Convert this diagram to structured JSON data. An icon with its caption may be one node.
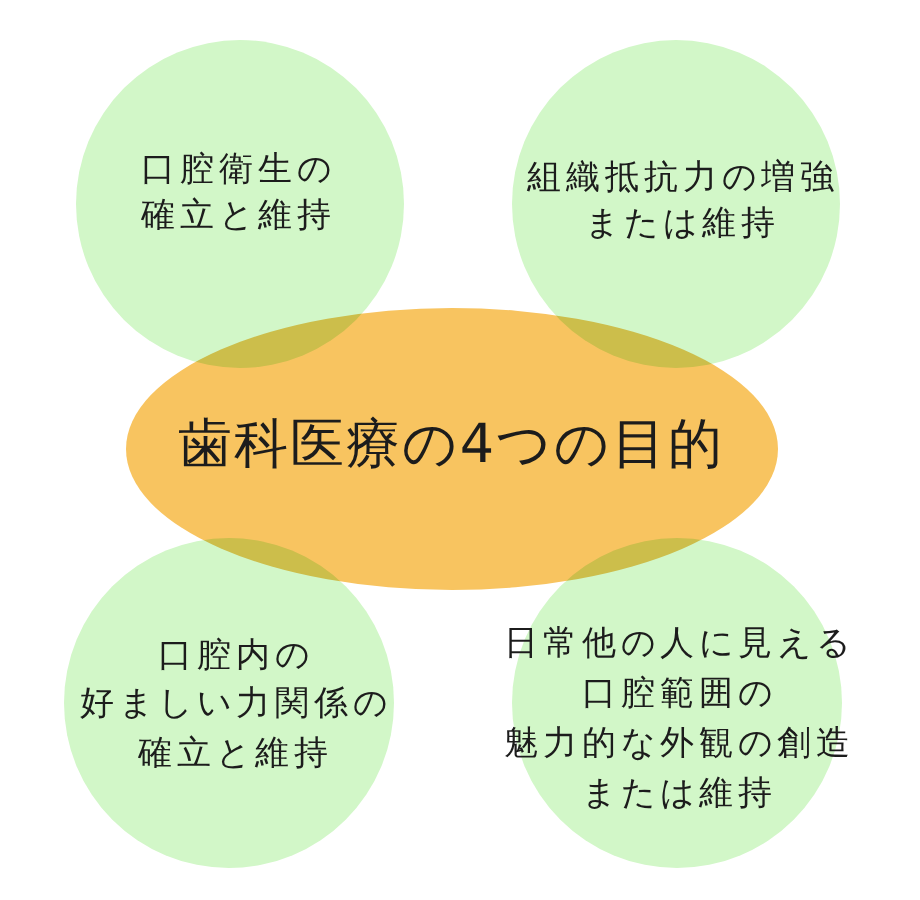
{
  "diagram": {
    "nodes": [
      {
        "text": [
          "口腔衛生の確立と維持"
        ]
      },
      {
        "text": [
          "組織抵抗力の増強または維持"
        ]
      },
      {
        "text": [
          "歯科医療の4つの目的"
        ]
      },
      {
        "text": [
          "口腔内の好ましい力関係の確立と維持"
        ]
      },
      {
        "text": [
          "日常他の人に見える口腔範囲の魅力的な外観の創造または維持"
        ]
      }
    ]
  }
}
